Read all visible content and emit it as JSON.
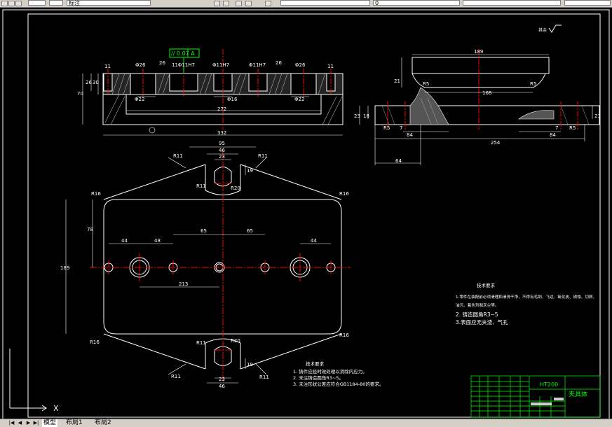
{
  "toolbar": {
    "layer_name": "标注",
    "layer_value": "0",
    "linetype_value": ""
  },
  "drawing": {
    "roughness_note": "其余",
    "tolerance_frame": "// 0.07 A",
    "top_view": {
      "dims": {
        "w11_left": "11",
        "w11_right": "11",
        "d26_left": "Φ26",
        "d26_right": "Φ26",
        "v26a": "26",
        "v26b": "26",
        "hole_left": "11Φ11H7",
        "hole_mid": "Φ11H7",
        "hole_right": "Φ11H7",
        "d22_left": "Φ22",
        "d22_right": "Φ22",
        "d16": "Φ16",
        "h70": "70",
        "h26": "26",
        "h30": "30",
        "len272": "272",
        "len332": "332"
      }
    },
    "side_view": {
      "dims": {
        "len189": "189",
        "len168": "168",
        "len254": "254",
        "len64": "64",
        "h21": "21",
        "h23": "23",
        "h18": "18",
        "h21b": "21",
        "r5a": "R5",
        "r5b": "R5",
        "r5c": "R5",
        "r5d": "R5",
        "w84a": "84",
        "w84b": "84",
        "w7a": "7",
        "w7b": "7"
      }
    },
    "plan_view": {
      "dims": {
        "w95": "95",
        "w46_top": "46",
        "w23_top": "23",
        "h19_top": "19",
        "r11_tl": "R11",
        "r11_tr": "R11",
        "r11_inner_top": "R11",
        "r20_top": "R20",
        "r16_a": "R16",
        "r16_b": "R16",
        "r16_c": "R16",
        "r16_d": "R16",
        "h78": "78",
        "h189": "189",
        "w44_left": "44",
        "w44_right": "44",
        "w48": "48",
        "w65a": "65",
        "w65b": "65",
        "w213": "213",
        "r11_inner_bot": "R11",
        "r20_bot": "R20",
        "r11_bl": "R11",
        "r11_br": "R11",
        "h19_bot": "19",
        "w23_bot": "23",
        "w46_bot": "46"
      }
    },
    "notes_mid": {
      "title": "技术要求",
      "lines": [
        "1. 铸件应经时效处理以消除内应力。",
        "2. 未注铸造圆角R3~5。",
        "3. 未注形状公差应符合GB1184-80的要求。"
      ]
    },
    "notes_right": {
      "title": "技术要求",
      "lines": [
        "1.零件在装配前必须清理和清洗干净，不得有毛刺、飞边、氧化皮、锈蚀、切屑、",
        "油污、着色剂和灰尘等。",
        "2. 铸造圆角R3~5",
        "3.表面应无夹渣、气孔"
      ]
    },
    "title_block": {
      "material": "HT200",
      "part_name": "夹具体"
    },
    "ucs_x": "X"
  },
  "tabs": {
    "items": [
      "模型",
      "布局1",
      "布局2"
    ],
    "active": 0
  }
}
